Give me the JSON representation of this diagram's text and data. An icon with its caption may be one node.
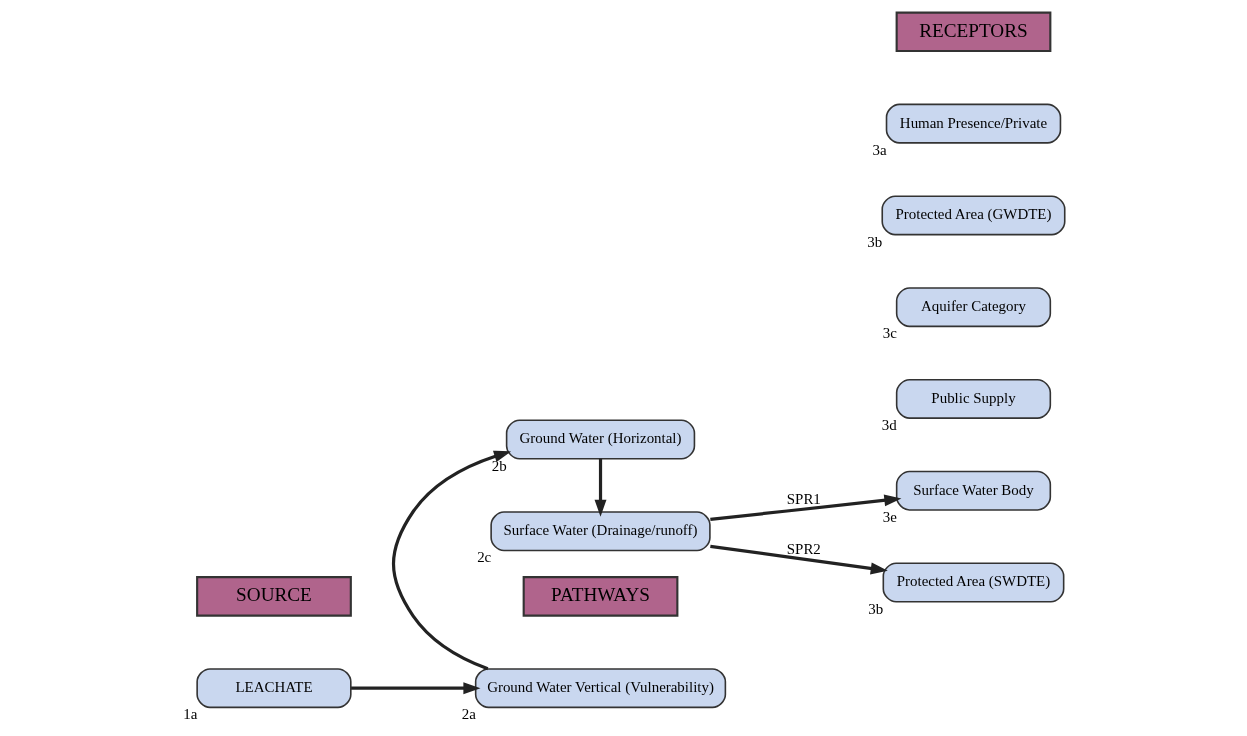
{
  "diagram": {
    "nodes": [
      {
        "text": [
          "SOURCE"
        ]
      },
      {
        "text": [
          "PATHWAYS"
        ]
      },
      {
        "text": [
          "RECEPTORS"
        ]
      },
      {
        "text": [
          "LEACHATE"
        ],
        "beside": [
          "1a"
        ]
      },
      {
        "text": [
          "Ground Water Vertical (Vulnerability)"
        ],
        "beside": [
          "2a"
        ]
      },
      {
        "text": [
          "Ground Water (Horizontal)"
        ],
        "beside": [
          "2b"
        ]
      },
      {
        "text": [
          "Surface Water (Drainage/runoff)"
        ],
        "beside": [
          "2c"
        ]
      },
      {
        "text": [
          "Human Presence/Private"
        ],
        "beside": [
          "3a"
        ]
      },
      {
        "text": [
          "Protected Area (GWDTE)"
        ],
        "beside": [
          "3b"
        ]
      },
      {
        "text": [
          "Aquifer Category"
        ],
        "beside": [
          "3c"
        ]
      },
      {
        "text": [
          "Public Supply"
        ],
        "beside": [
          "3d"
        ]
      },
      {
        "text": [
          "Surface Water Body"
        ],
        "beside": [
          "3e"
        ]
      },
      {
        "text": [
          "Protected Area (SWDTE)"
        ],
        "beside": [
          "3b"
        ]
      }
    ],
    "edges": [
      {
        "from": 3,
        "to": 4,
        "arrow": "to"
      },
      {
        "from": 4,
        "to": 5,
        "arrow": "to"
      },
      {
        "from": 5,
        "to": 6,
        "arrow": "to"
      },
      {
        "from": 6,
        "to": 11,
        "arrow": "to",
        "label": "SPR1"
      },
      {
        "from": 6,
        "to": 12,
        "arrow": "to",
        "label": "SPR2"
      }
    ]
  }
}
